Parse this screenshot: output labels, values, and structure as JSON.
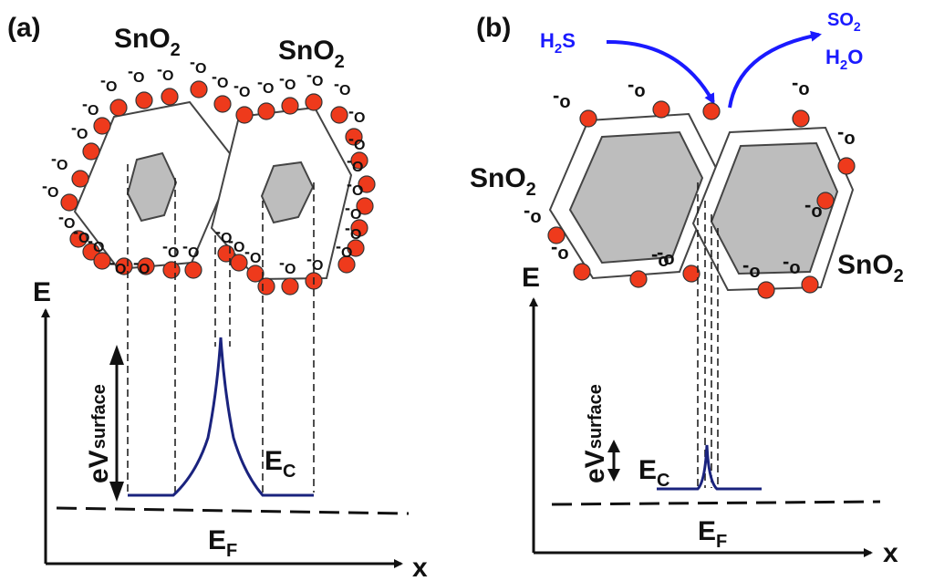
{
  "panel_a": {
    "label": "(a)",
    "grain_left": {
      "text": "SnO",
      "sub": "2"
    },
    "grain_right": {
      "text": "SnO",
      "sub": "2"
    },
    "axis_y": "E",
    "axis_x": "x",
    "barrier": {
      "text": "eV",
      "sub": "surface"
    },
    "conduction_band": {
      "text": "E",
      "sub": "C"
    },
    "fermi_level": {
      "text": "E",
      "sub": "F"
    },
    "ion_o": "O",
    "ion_charge": "-"
  },
  "panel_b": {
    "label": "(b)",
    "grain_left": {
      "text": "SnO",
      "sub": "2"
    },
    "grain_right": {
      "text": "SnO",
      "sub": "2"
    },
    "gas_in": {
      "text": "H",
      "sub": "2",
      "tail": "S"
    },
    "gas_out_1": {
      "text": "SO",
      "sub": "2"
    },
    "gas_out_2": {
      "text": "H",
      "sub": "2",
      "tail": "O"
    },
    "axis_y": "E",
    "axis_x": "x",
    "barrier": {
      "text": "eV",
      "sub": "surface"
    },
    "conduction_band": {
      "text": "E",
      "sub": "C"
    },
    "fermi_level": {
      "text": "E",
      "sub": "F"
    },
    "ion_o": "o",
    "ion_charge": "-"
  },
  "colors": {
    "adsorbed_oxygen": "#ee3a1c",
    "band_curve": "#1a237e",
    "gas_label": "#1a1aff",
    "gas_arrow": "#1a1aff",
    "depleted_core": "#bdbdbd"
  },
  "icons": [
    "oxygen-ion-icon",
    "arrow-icon"
  ]
}
